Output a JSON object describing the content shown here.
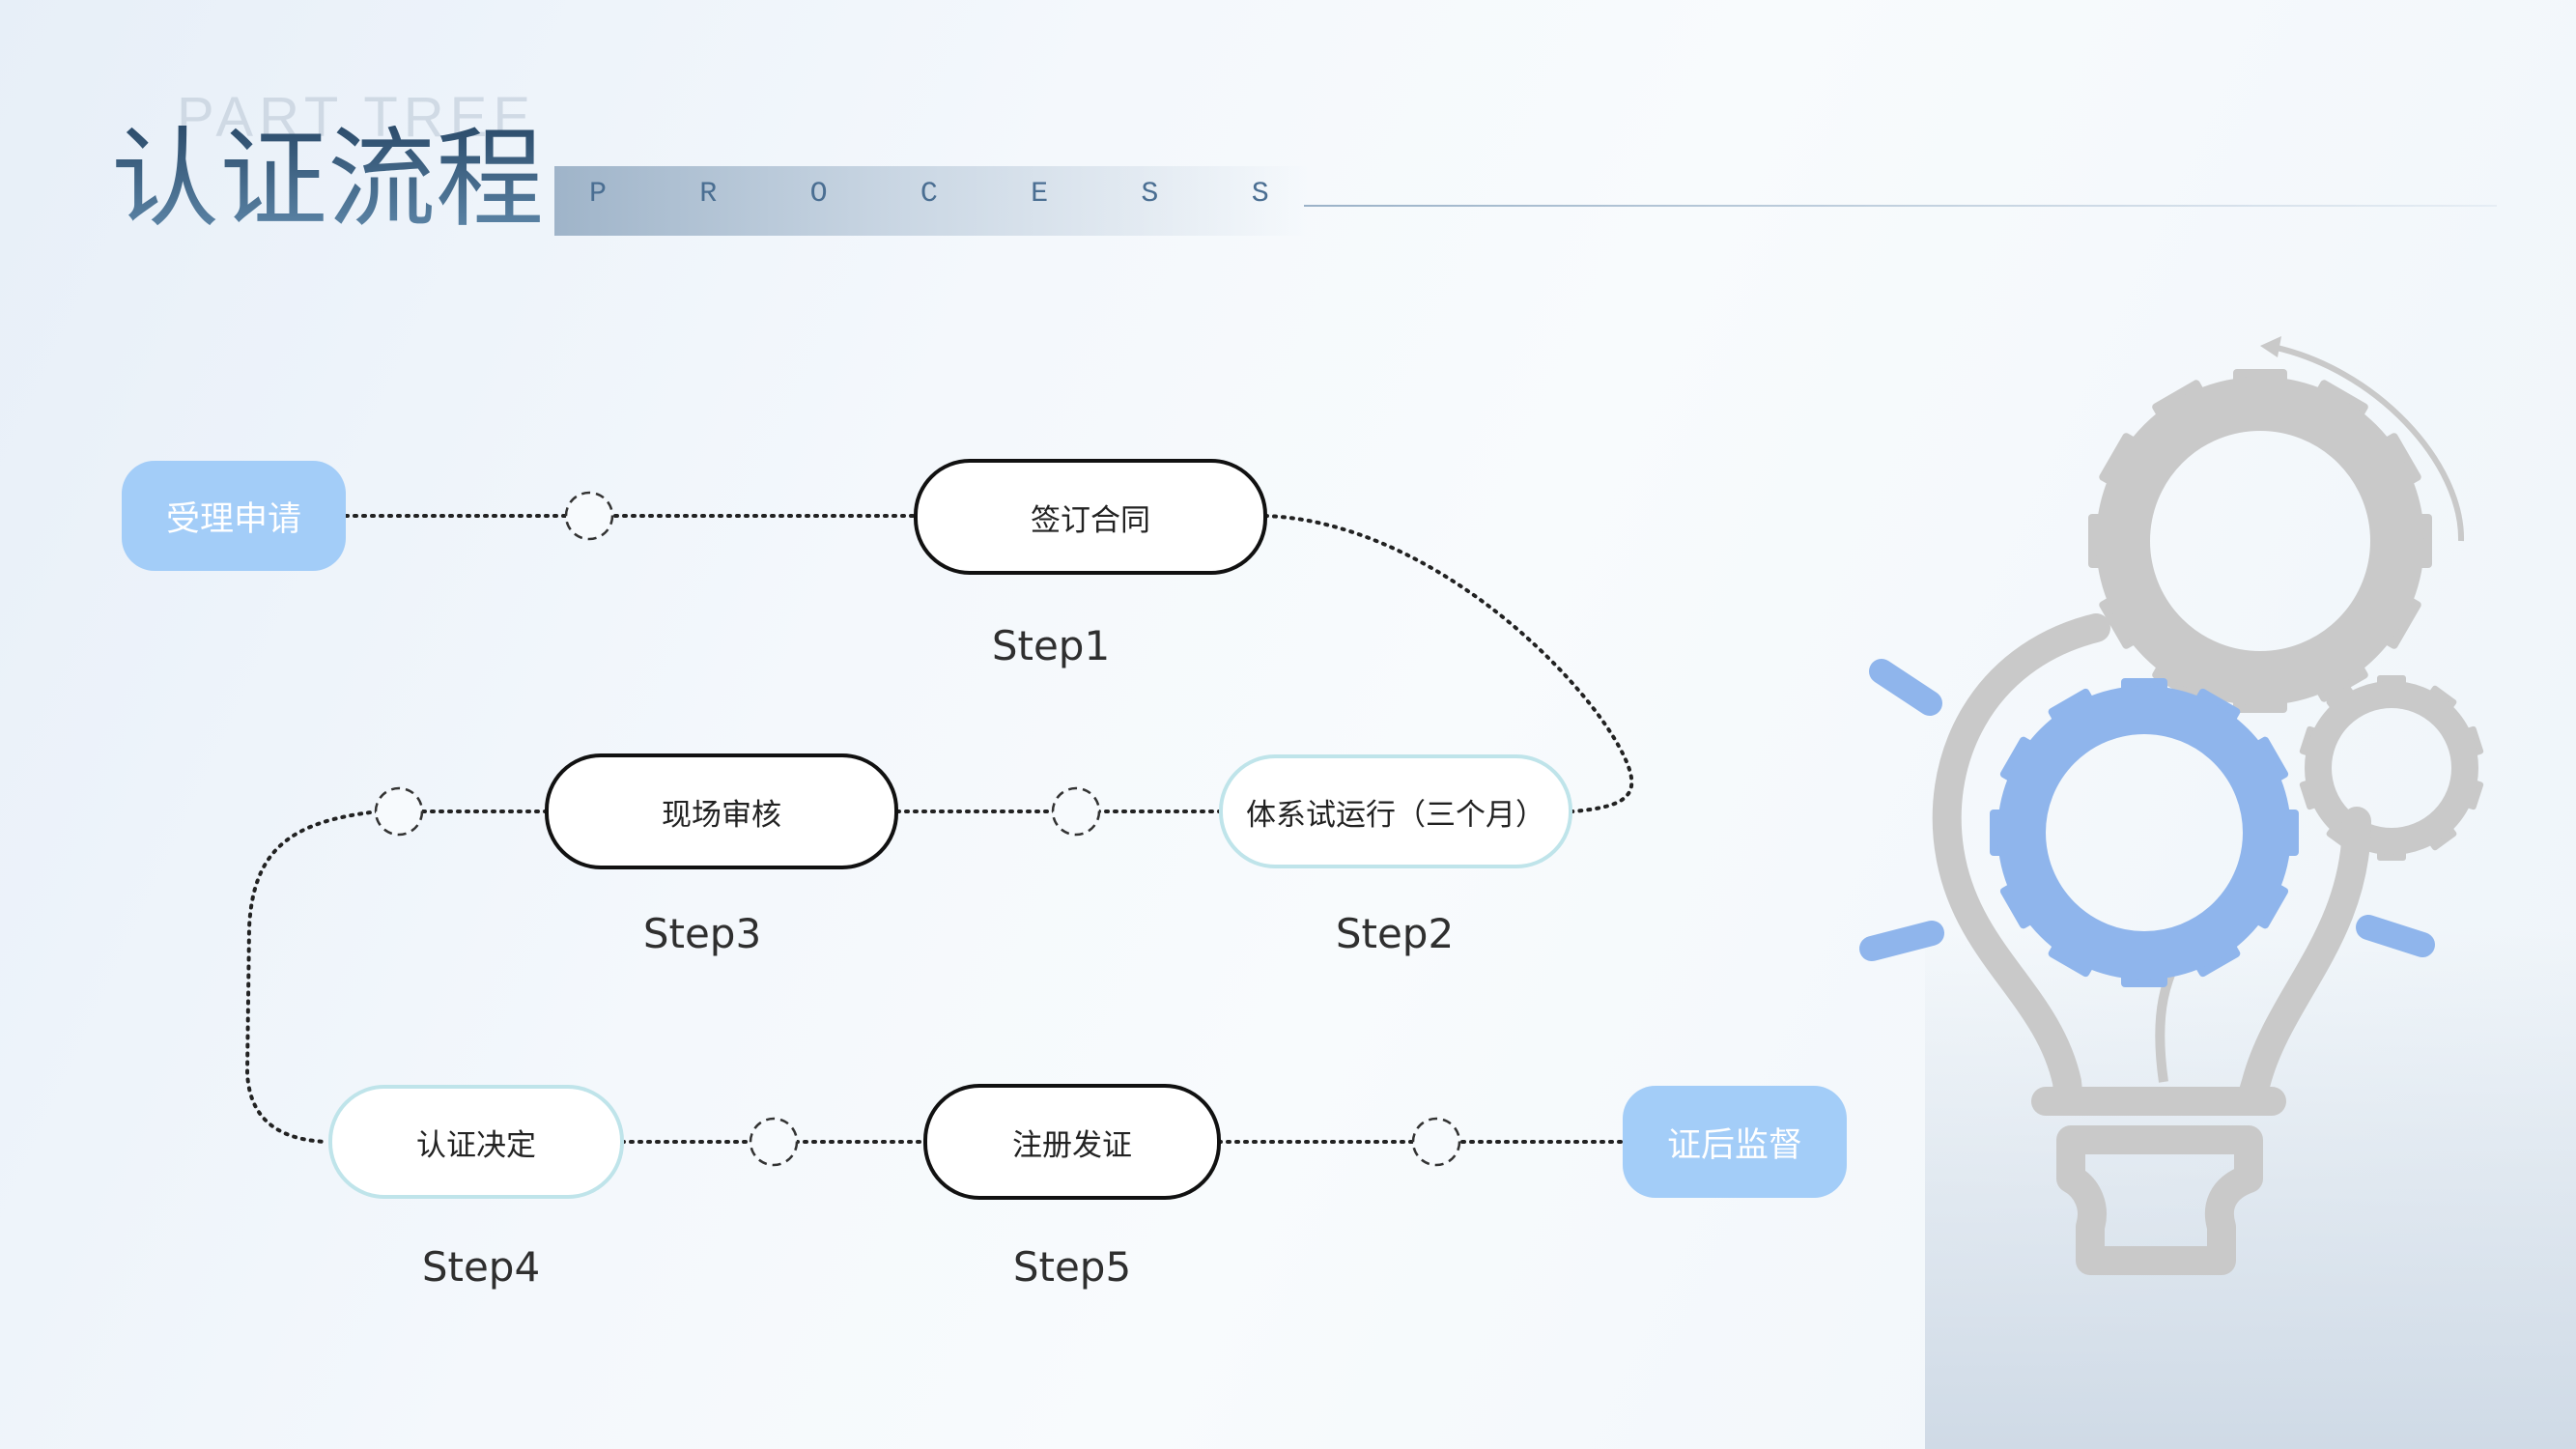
{
  "header": {
    "ghost_text": "PART TREE",
    "title": "认证流程",
    "subtitle_letters": [
      "P",
      "R",
      "O",
      "C",
      "E",
      "S",
      "S"
    ]
  },
  "flow": {
    "start": "受理申请",
    "end": "证后监督",
    "nodes": [
      {
        "label": "签订合同",
        "step": "Step1"
      },
      {
        "label": "体系试运行（三个月）",
        "step": "Step2"
      },
      {
        "label": "现场审核",
        "step": "Step3"
      },
      {
        "label": "认证决定",
        "step": "Step4"
      },
      {
        "label": "注册发证",
        "step": "Step5"
      }
    ]
  },
  "colors": {
    "pill": "#a3cdf8",
    "dark_border": "#111111",
    "light_border": "#bfe4ea",
    "gear_gray": "#c9c9c9",
    "gear_blue": "#8fb5ec"
  },
  "illustration": {
    "icon": "lightbulb-gears-icon"
  }
}
